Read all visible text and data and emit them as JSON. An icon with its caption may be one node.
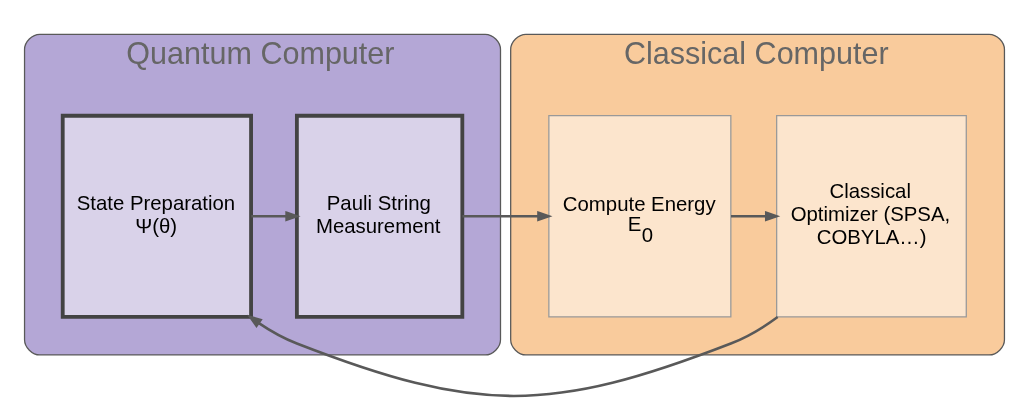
{
  "diagram": {
    "nodes": [
      {
        "text": [
          "Quantum Computer"
        ]
      },
      {
        "text": [
          "State Preparation Ψ(θ)"
        ],
        "in": 0
      },
      {
        "text": [
          "Pauli String Measurement"
        ],
        "in": 0
      },
      {
        "text": [
          "Classical Computer"
        ]
      },
      {
        "text": [
          "Compute Energy E$_{0}$"
        ],
        "in": 3
      },
      {
        "text": [
          "Classical Optimizer (SPSA, COBYLA…)"
        ],
        "in": 3
      }
    ],
    "edges": [
      {
        "from": 1,
        "to": 2,
        "arrow": "to"
      },
      {
        "from": 2,
        "to": 4,
        "arrow": "to"
      },
      {
        "from": 4,
        "to": 5,
        "arrow": "to"
      },
      {
        "from": 5,
        "to": 1,
        "arrow": "to"
      }
    ]
  }
}
